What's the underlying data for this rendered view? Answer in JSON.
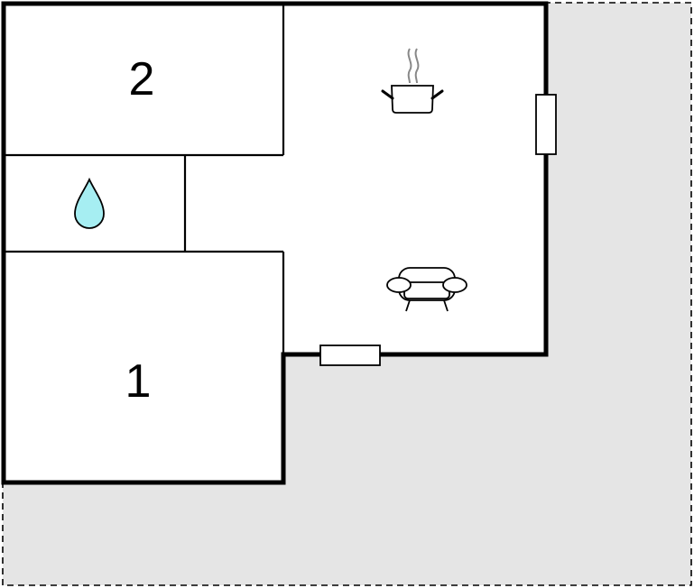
{
  "colors": {
    "terrace_fill": "#e5e5e5",
    "wall": "#000000",
    "bathroom_icon": "#a6eef2",
    "steam": "#888888",
    "background": "#ffffff"
  },
  "rooms": {
    "bedroom_top": {
      "label": "2"
    },
    "bedroom_bottom": {
      "label": "1"
    },
    "bathroom": {
      "icon": "water-drop-icon"
    },
    "living_kitchen": {
      "icons": [
        "cooking-pot-icon",
        "sofa-icon"
      ]
    }
  },
  "terrace": {
    "style": "dashed-outline"
  },
  "openings": [
    "window-east",
    "window-south"
  ]
}
